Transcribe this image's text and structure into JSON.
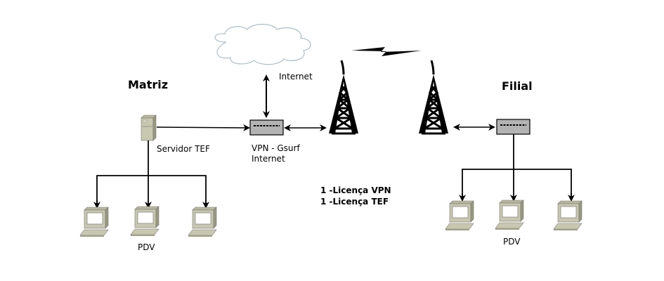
{
  "diagram": {
    "matriz": {
      "title": "Matriz",
      "server_label": "Servidor TEF",
      "pdv_label": "PDV"
    },
    "vpn": {
      "label_line1": "VPN - Gsurf",
      "label_line2": "Internet"
    },
    "internet_label": "Internet",
    "filial": {
      "title": "Filial",
      "pdv_label": "PDV"
    },
    "licenses": {
      "line1": "1 -Licença VPN",
      "line2": "1 -Licença TEF"
    },
    "colors": {
      "cloud_stroke": "#a9bfc8",
      "device_fill": "#b3b3b3",
      "computer_fill": "#c8c8b0",
      "line": "#000000"
    }
  }
}
